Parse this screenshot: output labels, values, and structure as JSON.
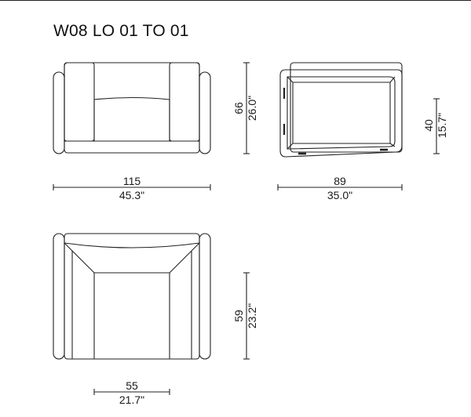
{
  "title": "W08 LO 01 TO 01",
  "dimensions": {
    "front_width_cm": "115",
    "front_width_in": "45.3\"",
    "front_height_cm": "66",
    "front_height_in": "26.0\"",
    "side_depth_cm": "89",
    "side_depth_in": "35.0\"",
    "side_seat_cm": "40",
    "side_seat_in": "15.7\"",
    "top_seat_width_cm": "55",
    "top_seat_width_in": "21.7\"",
    "top_seat_depth_cm": "59",
    "top_seat_depth_in": "23.2\""
  }
}
